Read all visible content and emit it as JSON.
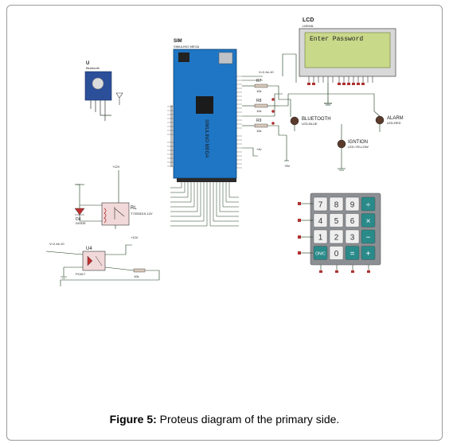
{
  "caption": {
    "prefix": "Figure 5:",
    "text": "Proteus diagram of the primary side."
  },
  "lcd": {
    "ref": "LCD",
    "part": "LM044L",
    "message": "Enter Password"
  },
  "sim": {
    "ref": "SIM",
    "part": "SIMULINO MEGA",
    "board_text": "SIMULINO MEGA"
  },
  "bluetooth_module": {
    "ref": "U",
    "part": "Bluetooth"
  },
  "leds": [
    {
      "ref": "BLUETOOTH",
      "part": "LED-BLUE",
      "color": "#5a3a2a"
    },
    {
      "ref": "ALARM",
      "part": "LED-RED",
      "color": "#5a3a2a"
    },
    {
      "ref": "IGNTION",
      "part": "LED-YELLOW",
      "color": "#5a3a2a"
    }
  ],
  "resistors": [
    {
      "ref": "R7",
      "value": "10k"
    },
    {
      "ref": "R8",
      "value": "10k"
    },
    {
      "ref": "R9",
      "value": "10k"
    }
  ],
  "relay": {
    "ref": "RL",
    "part": "T73S5D15-12V",
    "supply": "+12V"
  },
  "diode": {
    "ref": "D4",
    "part": "DIODE"
  },
  "optocoupler": {
    "ref": "U4",
    "part": "PC817",
    "supply": "+12V"
  },
  "misc_labels": {
    "v1": "+5V",
    "v2": "+4v",
    "v_net": "V=2.4e-10",
    "r_out": "10k"
  },
  "keypad": {
    "keys": [
      [
        "7",
        "8",
        "9",
        "÷"
      ],
      [
        "4",
        "5",
        "6",
        "×"
      ],
      [
        "1",
        "2",
        "3",
        "−"
      ],
      [
        "ON/C",
        "0",
        "=",
        "+"
      ]
    ]
  },
  "colors": {
    "board": "#1f76c4",
    "lcd_bg": "#c8d98a",
    "keypad_bg": "#8c8f93",
    "wire": "#1a3a1a",
    "op_key": "#2a8a8a"
  }
}
